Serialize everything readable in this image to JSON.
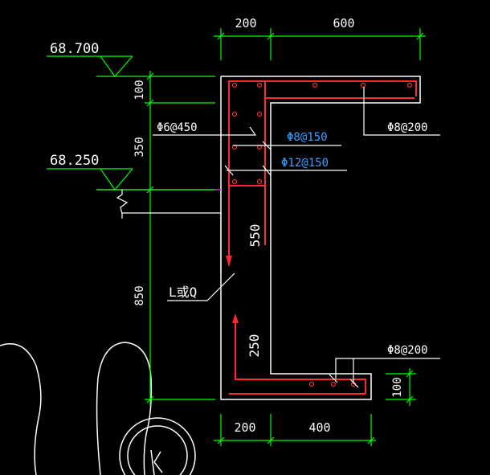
{
  "colors": {
    "background": "#000000",
    "outline": "#ffffff",
    "rebar": "#ff2b2b",
    "dimension": "#00ff00",
    "leader": "#ffffff",
    "label_white": "#ffffff",
    "label_cyan": "#36a2ff",
    "level_line": "#c22bd6"
  },
  "dimensions": {
    "top_left": "200",
    "top_right": "600",
    "bottom_left": "200",
    "bottom_right": "400",
    "left_100": "100",
    "left_350": "350",
    "left_850": "850",
    "right_100": "100",
    "inner_550": "550",
    "inner_250": "250"
  },
  "elevations": {
    "top": "68.700",
    "middle": "68.250"
  },
  "rebar_labels": {
    "stirrup": "Φ6@450",
    "mid_a": "Φ8@150",
    "mid_b": "Φ12@150",
    "top_right": "Φ8@200",
    "bottom_right": "Φ8@200"
  },
  "element_label": "L或Q"
}
